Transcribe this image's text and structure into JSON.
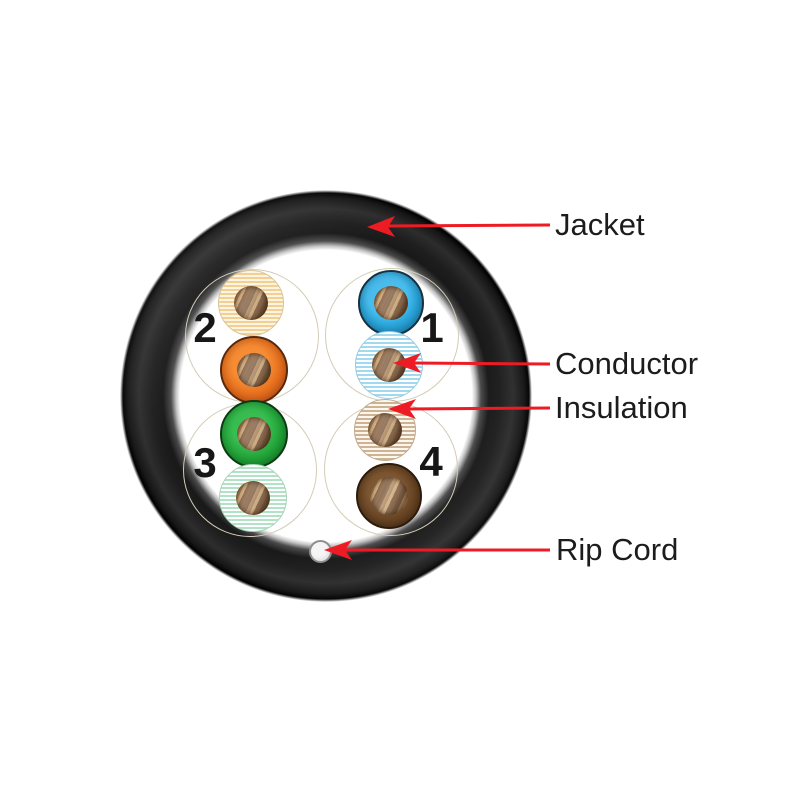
{
  "labels": {
    "jacket": "Jacket",
    "conductor": "Conductor",
    "insulation": "Insulation",
    "rip_cord": "Rip Cord"
  },
  "pairs": [
    {
      "number": "1",
      "position": "top-right",
      "conductors": [
        "blue",
        "white-blue"
      ]
    },
    {
      "number": "2",
      "position": "top-left",
      "conductors": [
        "white-orange",
        "orange"
      ]
    },
    {
      "number": "3",
      "position": "bottom-left",
      "conductors": [
        "green",
        "white-green"
      ]
    },
    {
      "number": "4",
      "position": "bottom-right",
      "conductors": [
        "white-brown",
        "brown"
      ]
    }
  ],
  "colors": {
    "arrow_red": "#ed1c24",
    "jacket_black": "#0d0d0d",
    "blue": "#2aa6da",
    "orange": "#e9711e",
    "green": "#23a53a",
    "brown": "#6b4726",
    "copper": "#ad7d4d",
    "label_text": "#1c1c1c"
  }
}
